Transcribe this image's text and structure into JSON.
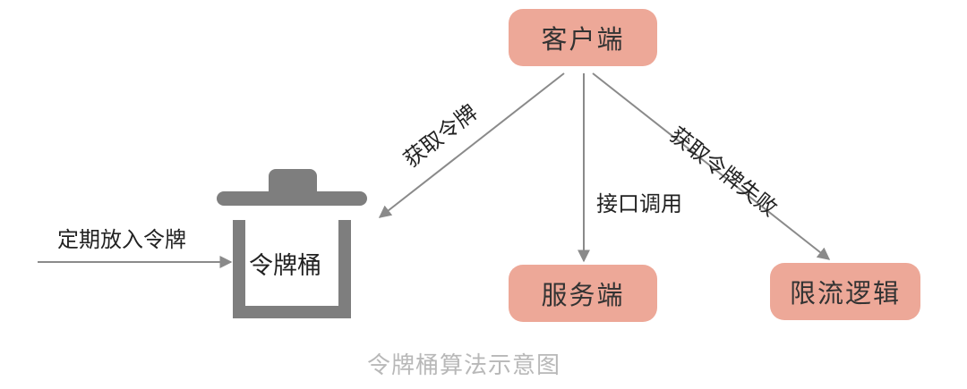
{
  "nodes": {
    "client": "客户端",
    "server": "服务端",
    "rate_limit": "限流逻辑",
    "bucket": "令牌桶"
  },
  "edges": {
    "get_token": "获取令牌",
    "api_call": "接口调用",
    "get_token_fail": "获取令牌失败",
    "put_token": "定期放入令牌"
  },
  "caption": "令牌桶算法示意图",
  "colors": {
    "node_fill": "#eda898",
    "bucket": "#7e7e7e",
    "arrow": "#8a8a8a",
    "caption": "#b8b8b8"
  }
}
